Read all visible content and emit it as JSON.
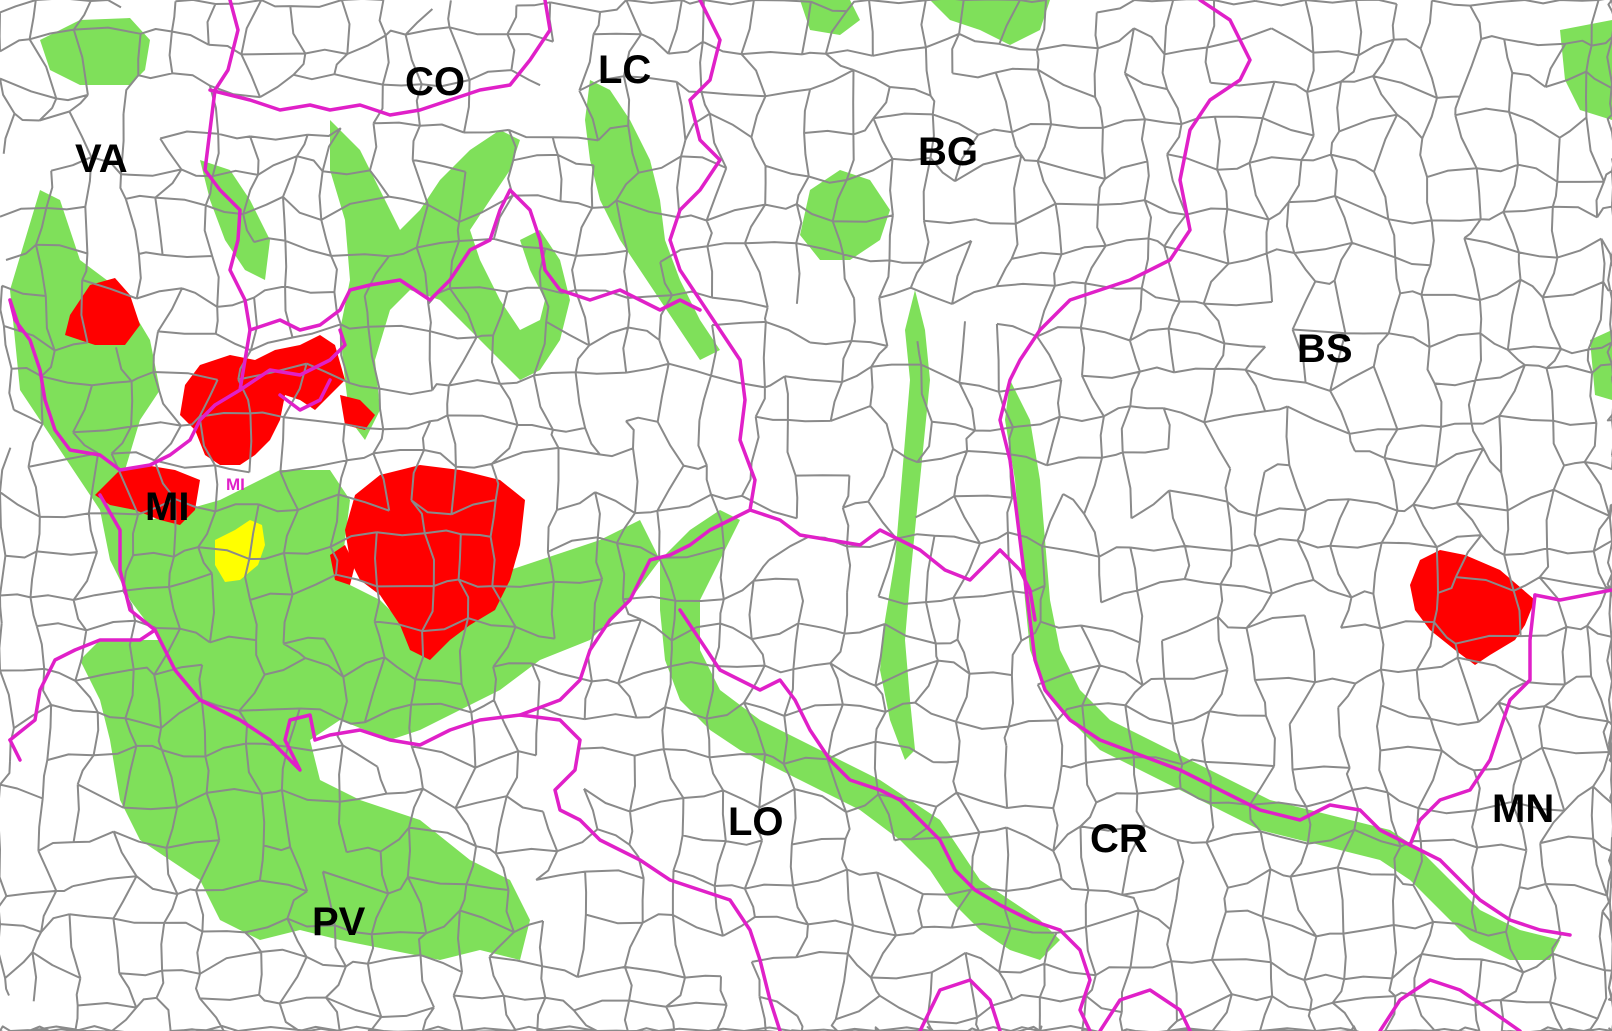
{
  "map": {
    "colors": {
      "background": "#ffffff",
      "municipality_border": "#8a8a8a",
      "province_border": "#e020c8",
      "zone_green": "#7fe05a",
      "zone_red": "#ff0000",
      "zone_yellow": "#ffff00",
      "label": "#000000"
    },
    "province_labels": {
      "va": "VA",
      "co": "CO",
      "lc": "LC",
      "bg": "BG",
      "bs": "BS",
      "mi": "MI",
      "mi_small": "MI",
      "lo": "LO",
      "cr": "CR",
      "mn": "MN",
      "pv": "PV"
    }
  }
}
